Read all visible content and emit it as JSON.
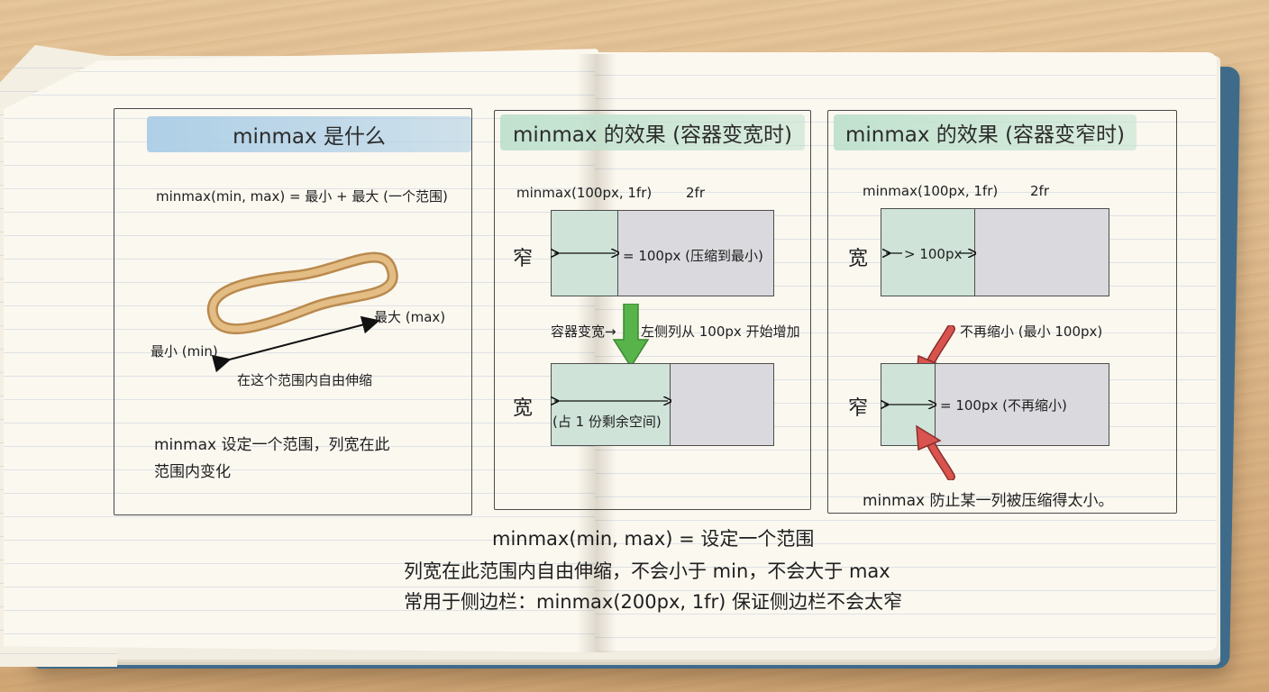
{
  "panels": {
    "p1": {
      "title": "minmax 是什么",
      "formula": "minmax(min, max) = 最小 + 最大 (一个范围)",
      "label_max": "最大 (max)",
      "label_min": "最小 (min)",
      "label_range": "在这个范围内自由伸缩",
      "desc_line1": "minmax 设定一个范围，列宽在此",
      "desc_line2": "范围内变化"
    },
    "p2": {
      "title": "minmax 的效果 (容器变宽时)",
      "col_label1": "minmax(100px, 1fr)",
      "col_label2": "2fr",
      "row_narrow": "窄",
      "narrow_note": "= 100px (压缩到最小)",
      "widen_label": "容器变宽→",
      "widen_note": "左侧列从 100px 开始增加",
      "row_wide": "宽",
      "wide_note": "(占 1 份剩余空间)"
    },
    "p3": {
      "title": "minmax 的效果 (容器变窄时)",
      "col_label1": "minmax(100px, 1fr)",
      "col_label2": "2fr",
      "row_wide": "宽",
      "wide_note": "> 100px",
      "stop_note": "不再缩小 (最小 100px)",
      "row_narrow": "窄",
      "narrow_note": "= 100px (不再缩小)",
      "conclusion": "minmax 防止某一列被压缩得太小。"
    }
  },
  "summary": {
    "line1": "minmax(min, max) = 设定一个范围",
    "line2": "列宽在此范围内自由伸缩，不会小于 min，不会大于 max",
    "line3": "常用于侧边栏：minmax(200px, 1fr) 保证侧边栏不会太窄"
  },
  "colors": {
    "banner_blue": "#aacde6",
    "banner_green": "#bee1cd",
    "column_green": "#cfe3d9",
    "column_gray": "#d9d9de",
    "arrow_green": "#58b34a",
    "arrow_red": "#d9534f",
    "book_cover": "#3f6b8a"
  },
  "icons": [
    "rubber-band-icon",
    "green-down-arrow-icon",
    "red-pressure-arrow-icon"
  ]
}
